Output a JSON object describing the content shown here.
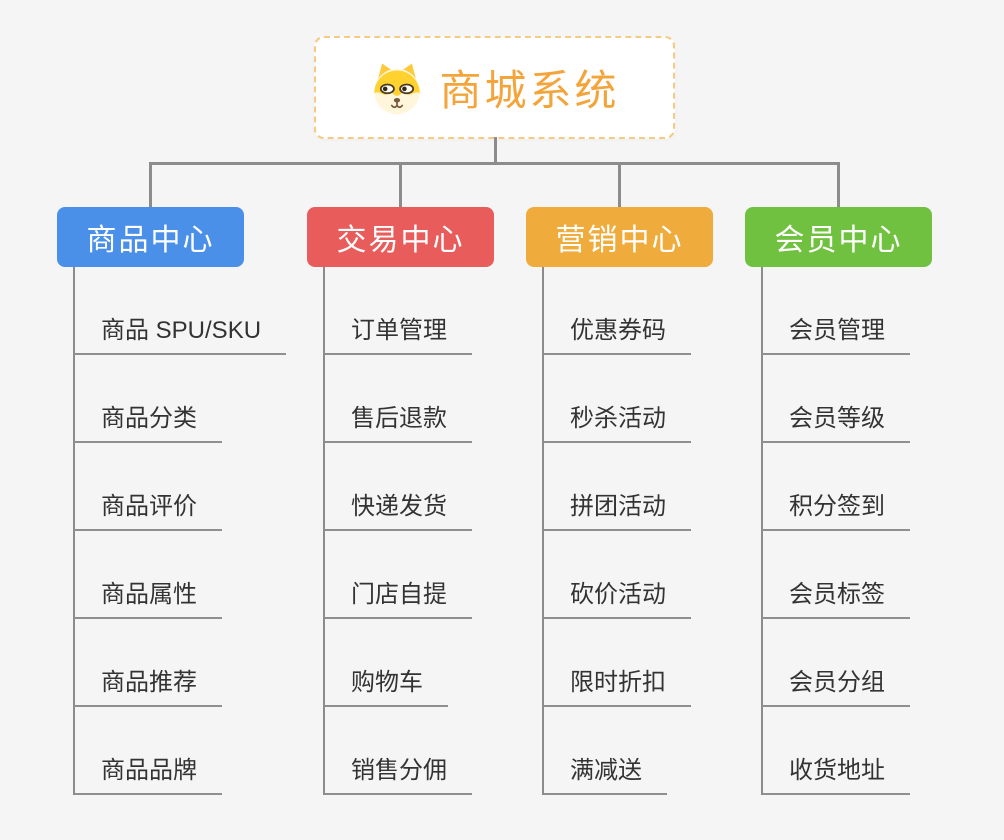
{
  "root": {
    "title": "商城系统",
    "icon": "shiba-dog-icon"
  },
  "branches": [
    {
      "label": "商品中心",
      "color": "#4B90E8",
      "items": [
        "商品 SPU/SKU",
        "商品分类",
        "商品评价",
        "商品属性",
        "商品推荐",
        "商品品牌"
      ]
    },
    {
      "label": "交易中心",
      "color": "#E85C5C",
      "items": [
        "订单管理",
        "售后退款",
        "快递发货",
        "门店自提",
        "购物车",
        "销售分佣"
      ]
    },
    {
      "label": "营销中心",
      "color": "#EFAC3C",
      "items": [
        "优惠券码",
        "秒杀活动",
        "拼团活动",
        "砍价活动",
        "限时折扣",
        "满减送"
      ]
    },
    {
      "label": "会员中心",
      "color": "#6FC13F",
      "items": [
        "会员管理",
        "会员等级",
        "积分签到",
        "会员标签",
        "会员分组",
        "收货地址"
      ]
    }
  ],
  "colors": {
    "background": "#F5F5F5",
    "connector": "#8C8C8C",
    "underline": "#8F8F8F",
    "leaf_text": "#333333",
    "root_title": "#F3A43B",
    "root_border": "#F6CA83",
    "root_bg": "#FFFFFF",
    "branch_text": "#FFFFFF"
  }
}
